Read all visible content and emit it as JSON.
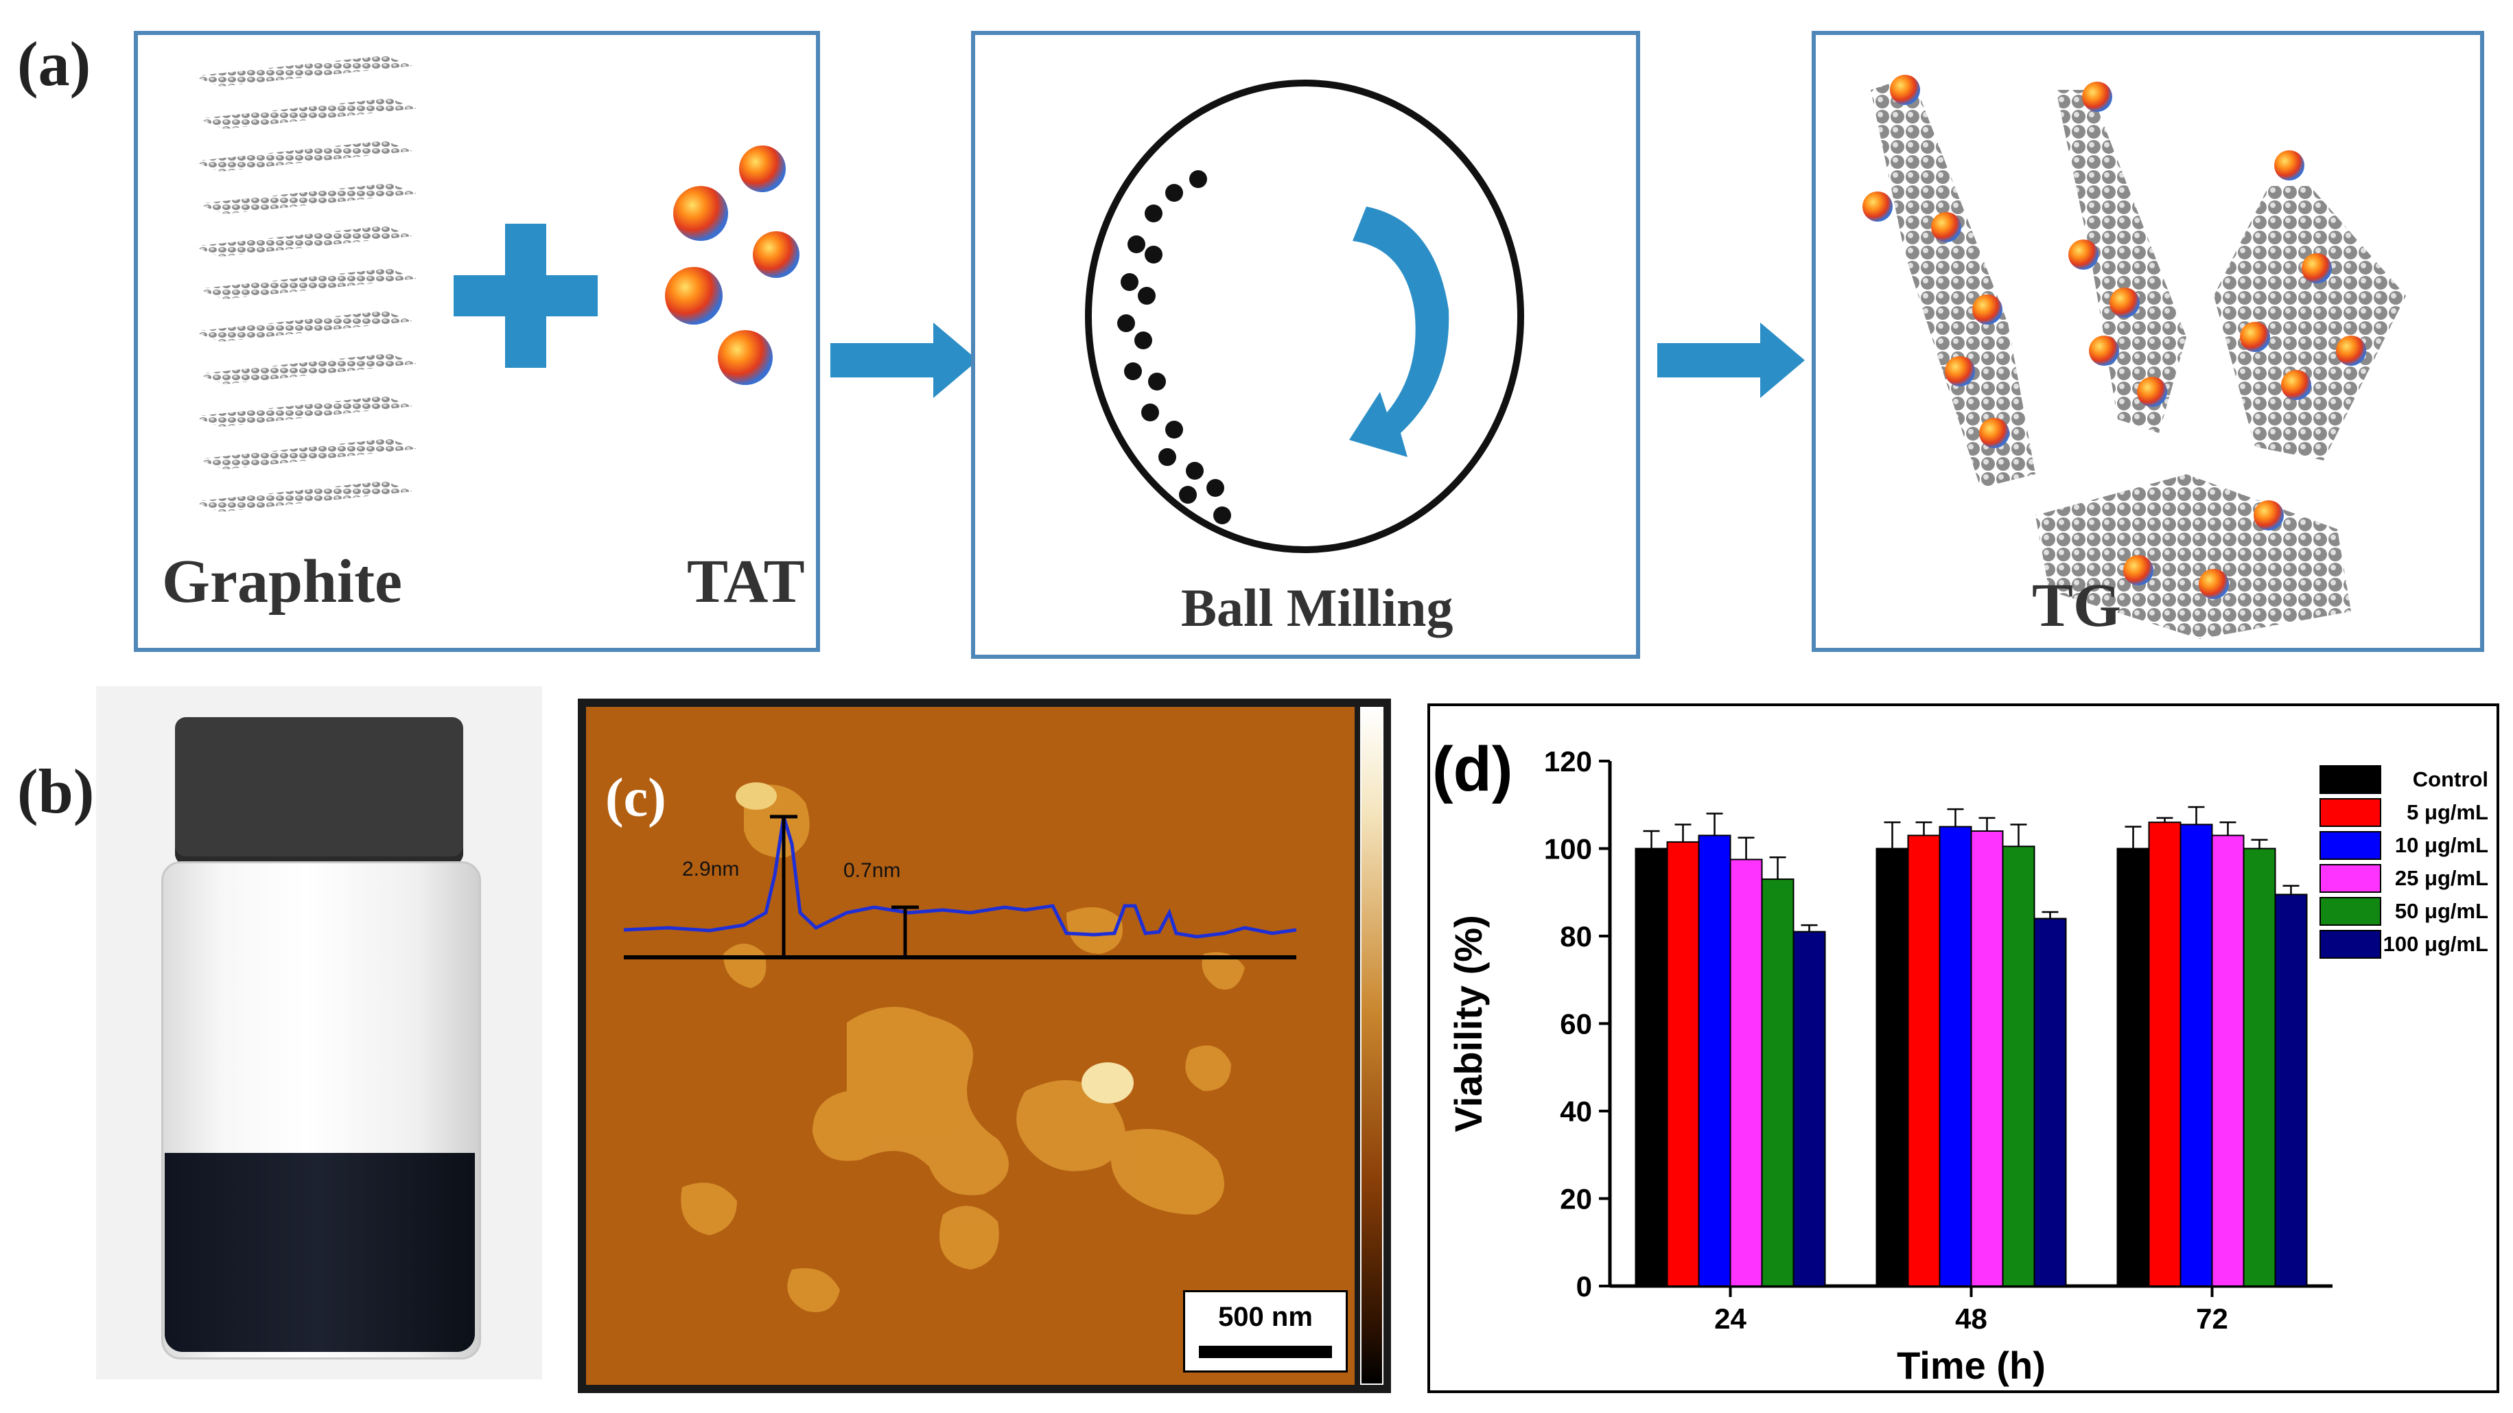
{
  "labels": {
    "a": "(a)",
    "b": "(b)",
    "c": "(c)",
    "d": "(d)"
  },
  "panel_a": {
    "graphite": "Graphite",
    "tat": "TAT",
    "ball_milling": "Ball Milling",
    "tg": "TG"
  },
  "panel_c": {
    "height_1": "2.9nm",
    "height_2": "0.7nm",
    "scale_bar": "500 nm"
  },
  "colors": {
    "frame": "#4f87b8",
    "arrow": "#2b8ec6",
    "afm_bg": "#b35f12",
    "profile": "#1f2fd6"
  },
  "chart_data": {
    "type": "bar",
    "title": "",
    "xlabel": "Time (h)",
    "ylabel": "Viability (%)",
    "ylim": [
      0,
      120
    ],
    "yticks": [
      0,
      20,
      40,
      60,
      80,
      100,
      120
    ],
    "categories": [
      "24",
      "48",
      "72"
    ],
    "legend_position": "top-right",
    "series": [
      {
        "name": "Control",
        "color": "#000000",
        "values": [
          100,
          100,
          100
        ],
        "errors": [
          4,
          6,
          5
        ]
      },
      {
        "name": "5 μg/mL",
        "color": "#ff0000",
        "values": [
          101.5,
          103,
          106
        ],
        "errors": [
          4,
          3,
          1
        ]
      },
      {
        "name": "10 μg/mL",
        "color": "#0000ff",
        "values": [
          103,
          105,
          105.5
        ],
        "errors": [
          5,
          4,
          4
        ]
      },
      {
        "name": "25 μg/mL",
        "color": "#ff33ff",
        "values": [
          97.5,
          104,
          103
        ],
        "errors": [
          5,
          3,
          3
        ]
      },
      {
        "name": "50 μg/mL",
        "color": "#118811",
        "values": [
          93,
          100.5,
          100
        ],
        "errors": [
          5,
          5,
          2
        ]
      },
      {
        "name": "100 μg/mL",
        "color": "#000080",
        "values": [
          81,
          84,
          89.5
        ],
        "errors": [
          1.5,
          1.5,
          2
        ]
      }
    ]
  }
}
